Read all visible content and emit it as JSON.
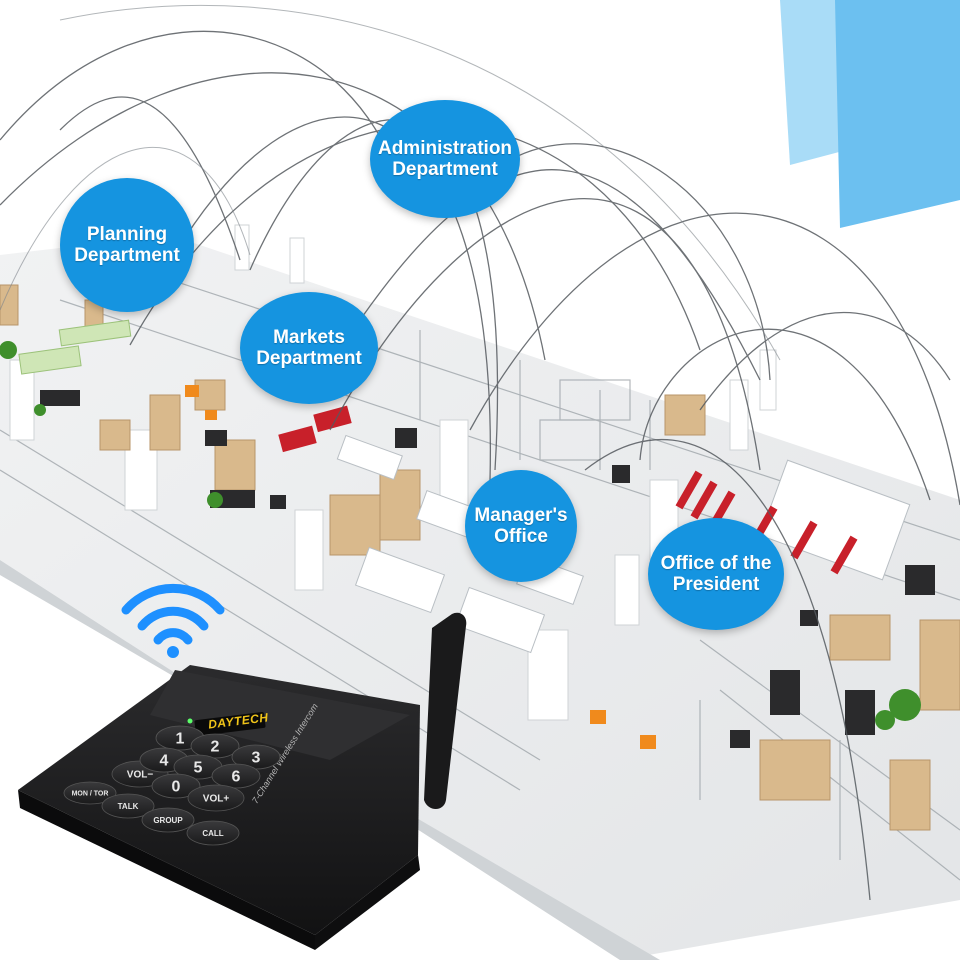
{
  "departments": [
    {
      "id": "planning",
      "label": "Planning\nDepartment"
    },
    {
      "id": "administration",
      "label": "Administration\nDepartment"
    },
    {
      "id": "markets",
      "label": "Markets\nDepartment"
    },
    {
      "id": "managers-office",
      "label": "Manager's\nOffice"
    },
    {
      "id": "president",
      "label": "Office of the\nPresident"
    }
  ],
  "device": {
    "brand": "DAYTECH",
    "side_text": "7-Channel Wireless Intercom",
    "keys": {
      "k1": "1",
      "k2": "2",
      "k3": "3",
      "vol_down": "VOL−",
      "k4": "4",
      "k5": "5",
      "k6": "6",
      "k0": "0",
      "vol_up": "VOL+",
      "talk": "TALK",
      "group": "GROUP",
      "call": "CALL",
      "mon": "MON / TOR"
    }
  },
  "colors": {
    "bubble": "#1594e0",
    "accent_top_right": "#8fd0f5",
    "accent_top_right_dark": "#6cc0f0",
    "device_body": "#1d1d1f",
    "wifi": "#1e90ff"
  },
  "icons": [
    "wifi-signal-icon"
  ]
}
